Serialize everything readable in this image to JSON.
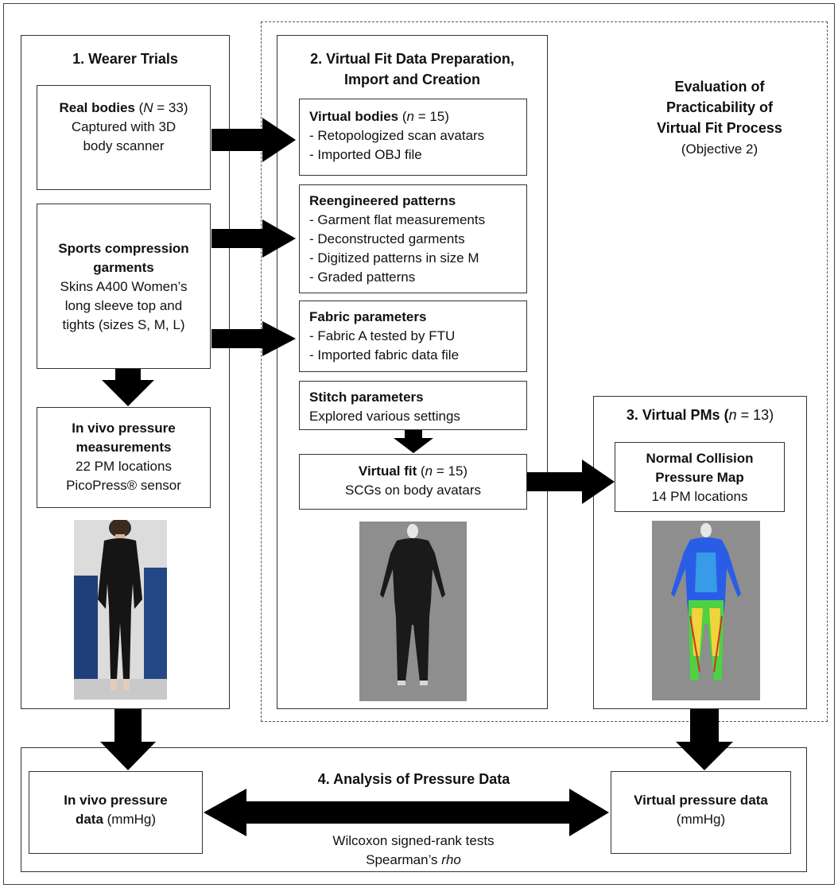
{
  "wearer_trials": {
    "title": "1. Wearer Trials",
    "real_bodies": {
      "bold": "Real bodies",
      "open": " (",
      "n_sym": "N",
      "n_val": " = 33)",
      "desc": [
        "Captured with 3D",
        "body scanner"
      ]
    },
    "garments": {
      "bold": [
        "Sports compression",
        "garments"
      ],
      "desc": [
        "Skins A400 Women’s",
        "long sleeve top and",
        "tights (sizes S, M, L)"
      ]
    },
    "in_vivo": {
      "bold": [
        "In vivo pressure",
        "measurements"
      ],
      "desc": [
        "22 PM locations",
        "PicoPress® sensor"
      ]
    }
  },
  "prep": {
    "title": [
      "2. Virtual Fit Data Preparation,",
      "Import and Creation"
    ],
    "virtual_bodies": {
      "bold": "Virtual bodies",
      "open": " (",
      "n_sym": "n",
      "n_val": " = 15)",
      "items": [
        "- Retopologized scan avatars",
        "- Imported OBJ file"
      ]
    },
    "patterns": {
      "bold": "Reengineered patterns",
      "items": [
        "- Garment flat measurements",
        "- Deconstructed garments",
        "- Digitized patterns in size M",
        "- Graded patterns"
      ]
    },
    "fabric": {
      "bold": "Fabric parameters",
      "items": [
        "- Fabric A tested by FTU",
        "- Imported fabric data file"
      ]
    },
    "stitch": {
      "bold": "Stitch parameters",
      "desc": "Explored various settings"
    },
    "virtual_fit": {
      "bold": "Virtual fit",
      "open": " (",
      "n_sym": "n",
      "n_val": " = 15)",
      "desc": "SCGs on body avatars"
    }
  },
  "evaluation": {
    "title": [
      "Evaluation of",
      "Practicability of",
      "Virtual Fit Process"
    ],
    "objective": "(Objective 2)"
  },
  "virtual_pms": {
    "title_prefix": "3. Virtual PMs (",
    "n_sym": "n",
    "n_val": " = 13)",
    "map": {
      "bold": [
        "Normal Collision",
        "Pressure Map"
      ],
      "desc": "14 PM locations"
    }
  },
  "analysis": {
    "title": "4. Analysis of Pressure Data",
    "in_vivo_data": {
      "bold": [
        "In vivo pressure",
        "data"
      ],
      "unit": " (mmHg)"
    },
    "virtual_data": {
      "bold": "Virtual pressure data",
      "unit": "(mmHg)"
    },
    "tests": {
      "line1": "Wilcoxon signed-rank tests",
      "line2_prefix": "Spearman’s ",
      "line2_italic": "rho"
    }
  },
  "colors": {
    "border": "#333333",
    "arrow": "#000000",
    "photo_bg_blue": "#2c4f86",
    "render_bg": "#8f8f8f"
  }
}
